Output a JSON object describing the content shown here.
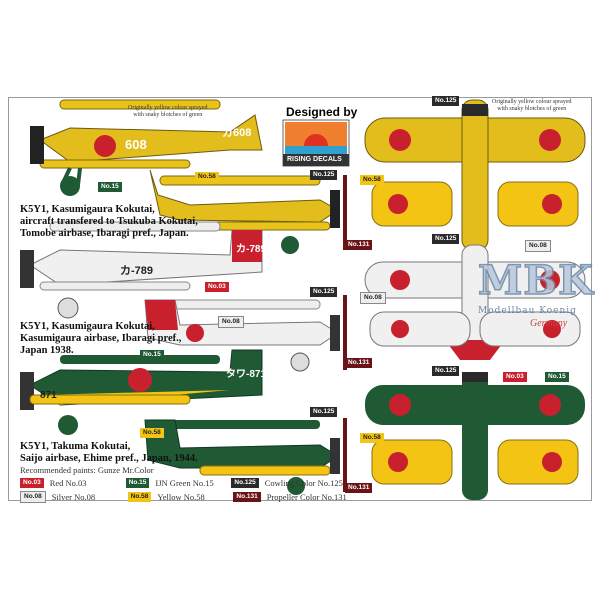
{
  "designer": {
    "heading": "Designed by",
    "brand": "RISING DECALS"
  },
  "notes": [
    "Originally yellow colour sprayed",
    "with snaky blotches of green"
  ],
  "schemes": [
    {
      "lines": [
        "K5Y1, Kasumigaura Kokutai,",
        "aircraft transfered to Tsukuba Kokutai,",
        "Tomobe airbase, Ibaragi pref., Japan."
      ],
      "codes": {
        "tail": "カ608",
        "fuselage": "608"
      }
    },
    {
      "lines": [
        "K5Y1, Kasumigaura Kokutai,",
        "Kasumigaura airbase, Ibaragi pref.,",
        "Japan 1938."
      ],
      "codes": {
        "tail": "カ-789",
        "fuselage": "カ-789"
      }
    },
    {
      "lines": [
        "K5Y1, Takuma Kokutai,",
        "Saijo airbase, Ehime pref., Japan, 1944."
      ],
      "codes": {
        "tail": "タワ-871",
        "fuselage": "871"
      }
    }
  ],
  "paints": {
    "heading": "Recommended paints: Gunze Mr.Color",
    "items": [
      {
        "code": "No.03",
        "name": "Red No.03",
        "color": "#c8202c"
      },
      {
        "code": "No.15",
        "name": "IJN Green No.15",
        "color": "#1f5a34"
      },
      {
        "code": "No.125",
        "name": "Cowling Color No.125",
        "color": "#2a2a2a"
      },
      {
        "code": "No.08",
        "name": "Silver No.08",
        "color": "#eeeeee"
      },
      {
        "code": "No.58",
        "name": "Yellow No.58",
        "color": "#f3c414"
      },
      {
        "code": "No.131",
        "name": "Propeller Color No.131",
        "color": "#6a1418"
      }
    ]
  },
  "watermark": {
    "logo": "MBK",
    "sub": "Modellbau Koenig",
    "country": "Germany"
  }
}
